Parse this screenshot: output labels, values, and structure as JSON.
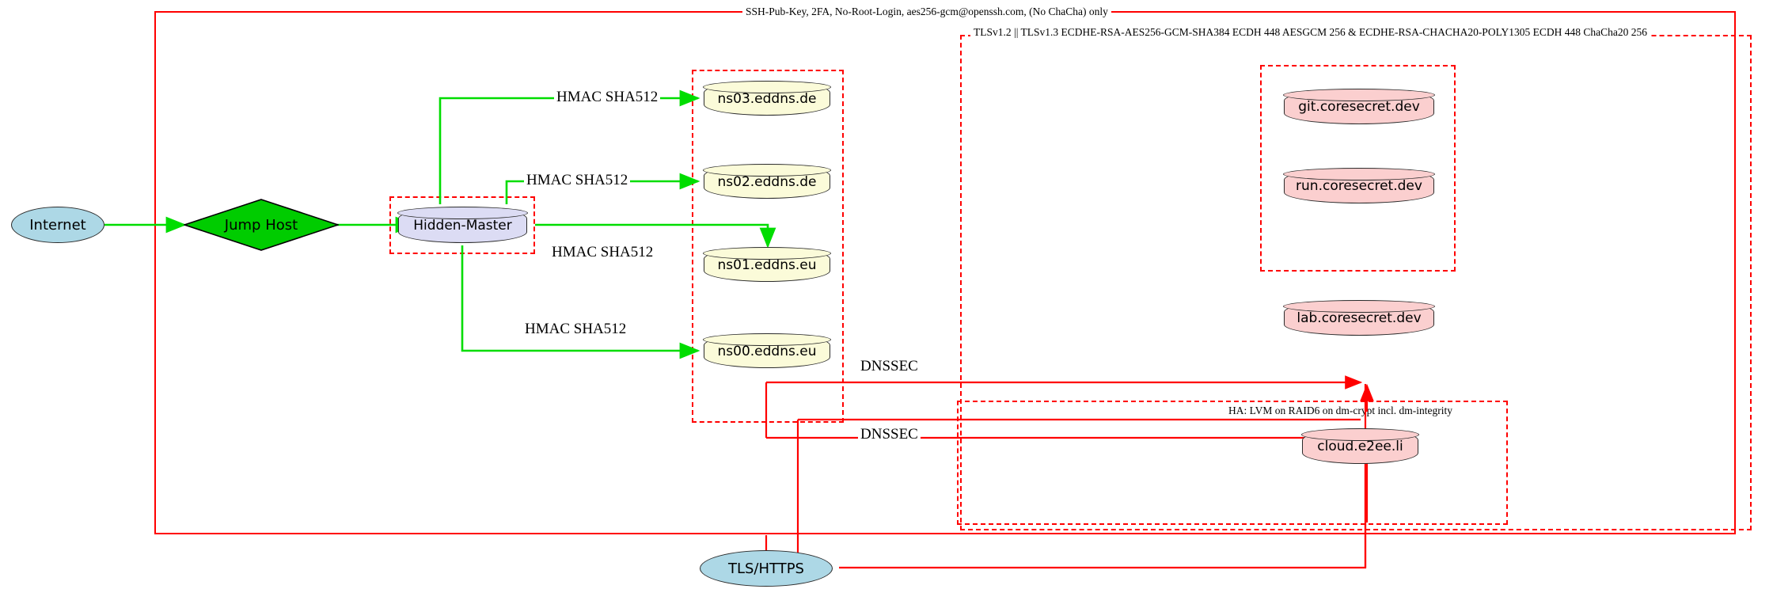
{
  "diagram": {
    "title_note": "SSH-Pub-Key, 2FA, No-Root-Login, aes256-gcm@openssh.com, (No ChaCha) only",
    "tls_note": "TLSv1.2 || TLSv1.3 ECDHE-RSA-AES256-GCM-SHA384 ECDH 448 AESGCM 256 & ECDHE-RSA-CHACHA20-POLY1305 ECDH 448 ChaCha20 256",
    "ha_note": "HA: LVM on RAID6 on dm-crypt incl. dm-integrity"
  },
  "nodes": {
    "internet": "Internet",
    "jump_host": "Jump Host",
    "hidden_master": "Hidden-Master",
    "ns03": "ns03.eddns.de",
    "ns02": "ns02.eddns.de",
    "ns01": "ns01.eddns.eu",
    "ns00": "ns00.eddns.eu",
    "git": "git.coresecret.dev",
    "run": "run.coresecret.dev",
    "lab": "lab.coresecret.dev",
    "cloud": "cloud.e2ee.li",
    "tls_https": "TLS/HTTPS"
  },
  "edge_labels": {
    "hmac_1": "HMAC SHA512",
    "hmac_2": "HMAC SHA512",
    "hmac_3": "HMAC SHA512",
    "hmac_4": "HMAC SHA512",
    "dnssec_1": "DNSSEC",
    "dnssec_2": "DNSSEC"
  },
  "colors": {
    "edge_green": "#00dd00",
    "edge_red": "#ff0000",
    "cluster_red": "#ff3b3b",
    "node_yellow": "#fbfbd9",
    "node_pink": "#fbcfcf",
    "node_lavender": "#dcdcf4",
    "node_blue": "#add8e6",
    "node_green": "#00cc00"
  }
}
